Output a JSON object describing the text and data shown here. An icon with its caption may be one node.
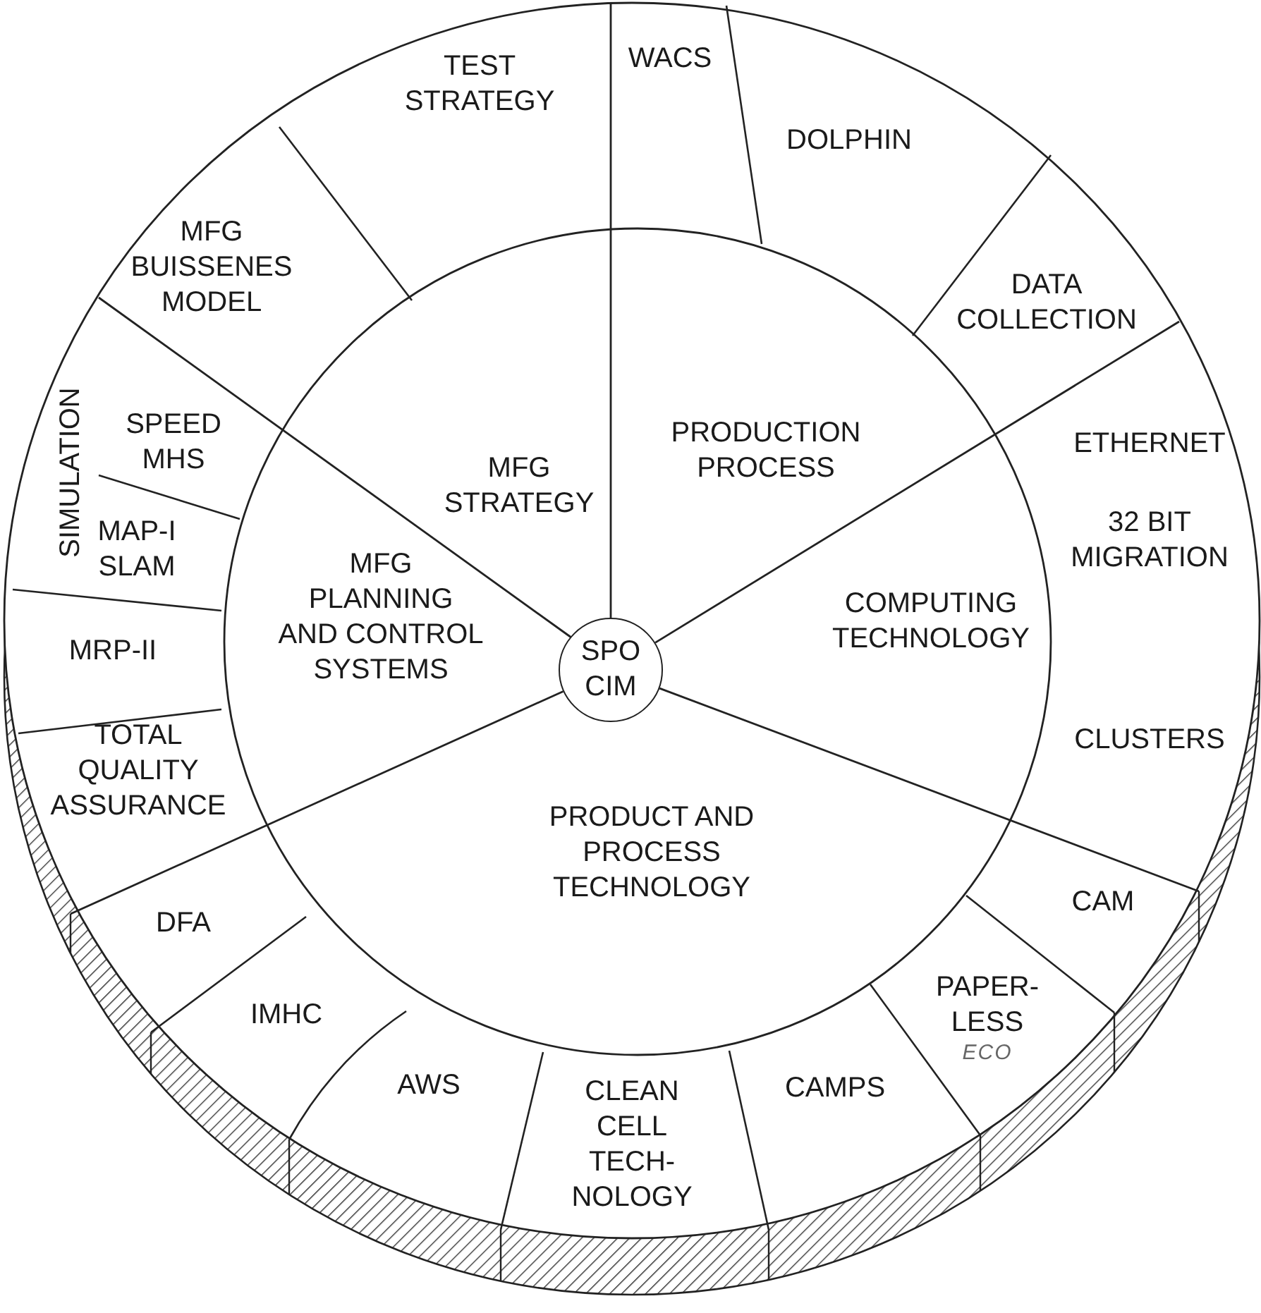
{
  "diagram": {
    "nodes": [
      {
        "text": [
          "SPO CIM"
        ]
      },
      {
        "text": [
          "MFG STRATEGY"
        ]
      },
      {
        "text": [
          "PRODUCTION PROCESS"
        ]
      },
      {
        "text": [
          "COMPUTING TECHNOLOGY"
        ]
      },
      {
        "text": [
          "PRODUCT AND PROCESS TECHNOLOGY"
        ]
      },
      {
        "text": [
          "MFG PLANNING AND CONTROL SYSTEMS"
        ]
      },
      {
        "text": [
          "TEST STRATEGY"
        ]
      },
      {
        "text": [
          "WACS"
        ]
      },
      {
        "text": [
          "DOLPHIN"
        ]
      },
      {
        "text": [
          "DATA COLLECTION"
        ]
      },
      {
        "text": [
          "ETHERNET",
          "32 BIT MIGRATION",
          "CLUSTERS"
        ]
      },
      {
        "text": [
          "CAM"
        ]
      },
      {
        "text": [
          "PAPER- LESS",
          "ECO"
        ]
      },
      {
        "text": [
          "CAMPS"
        ]
      },
      {
        "text": [
          "CLEAN CELL TECH- NOLOGY"
        ]
      },
      {
        "text": [
          "AWS"
        ]
      },
      {
        "text": [
          "IMHC"
        ]
      },
      {
        "text": [
          "DFA"
        ]
      },
      {
        "text": [
          "TOTAL QUALITY ASSURANCE"
        ]
      },
      {
        "text": [
          "MRP-II"
        ]
      },
      {
        "text": [
          "SIMULATION"
        ]
      },
      {
        "text": [
          "SPEED MHS"
        ],
        "in": 20
      },
      {
        "text": [
          "MAP-I SLAM"
        ],
        "in": 20
      },
      {
        "text": [
          "MFG BUISSENES MODEL"
        ]
      }
    ]
  }
}
